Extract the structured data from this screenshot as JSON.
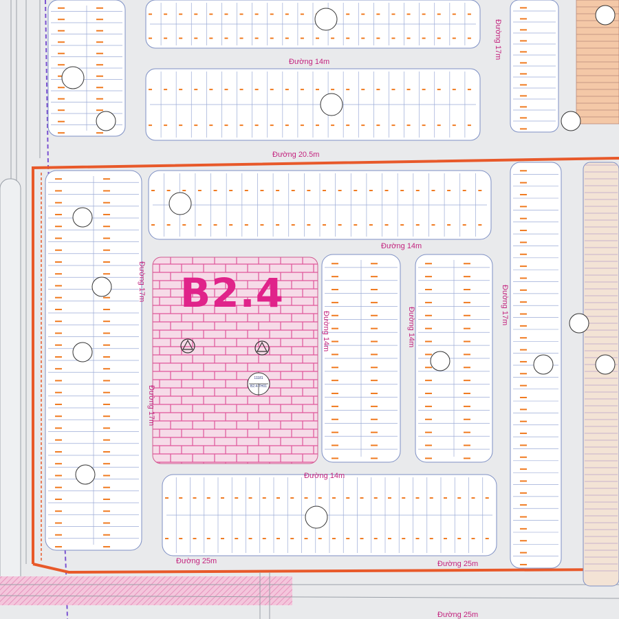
{
  "map": {
    "block_label": "B2.4",
    "roads": {
      "top_14": "Đường 14m",
      "mid_20_5": "Đường 20.5m",
      "right_top_17": "Đường 17m",
      "mid_14": "Đường 14m",
      "left_17_upper": "Đường 17m",
      "left_17_lower": "Đường 17m",
      "center_14": "Đường 14m",
      "center_14_b": "Đường 14m",
      "right_17": "Đường 17m",
      "bottom_14": "Đường 14m",
      "bottom_25_left": "Đường 25m",
      "bottom_25_right": "Đường 25m",
      "bottom_25_far": "Đường 25m"
    },
    "circle_labels": {
      "park_id": "11181",
      "park_code": "B2.4-TH01"
    },
    "colors": {
      "background": "#e9eaec",
      "block_label": "#e0238a",
      "park_grid": "#e0559a",
      "plot_lines": "#7d8fc4",
      "boundary": "#e8592a",
      "dashed_purple": "#7a52d1",
      "plot_code_orange": "#f07a20"
    }
  }
}
